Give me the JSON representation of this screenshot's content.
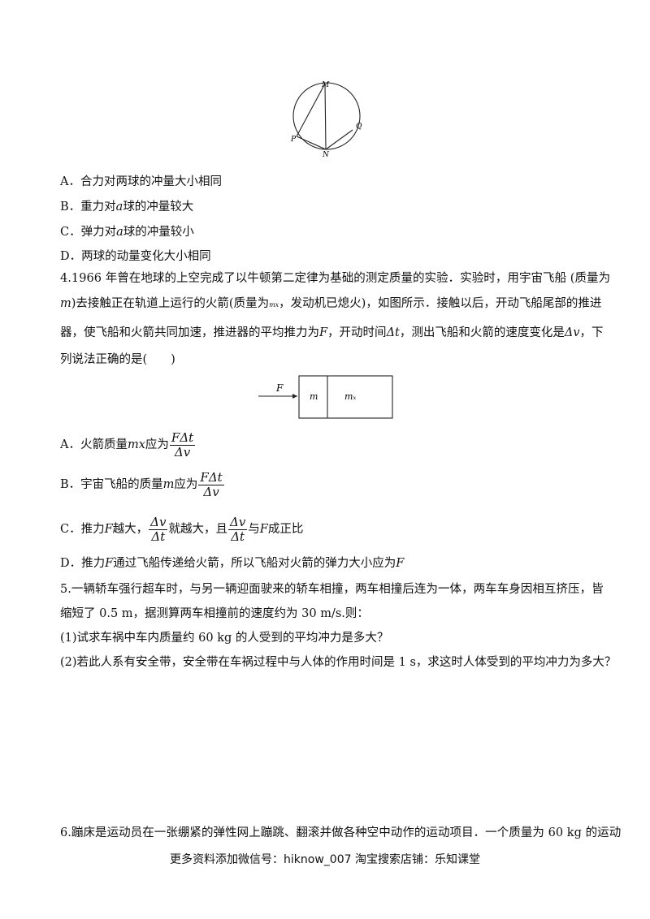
{
  "circle_figure": {
    "label_m": "M",
    "label_p": "P",
    "label_n": "N",
    "label_q": "Q"
  },
  "q3_options": {
    "a": "A．合力对两球的冲量大小相同",
    "b_prefix": "B．重力对",
    "b_var": "a",
    "b_suffix": "球的冲量较大",
    "c_prefix": "C．弹力对",
    "c_var": "a",
    "c_suffix": "球的冲量较小",
    "d": "D．两球的动量变化大小相同"
  },
  "q4": {
    "line1": "4.1966 年曾在地球的上空完成了以牛顿第二定律为基础的测定质量的实验．实验时，用宇宙飞船 (质量为",
    "line2_var_m": "m",
    "line2_text1": ")去接触正在轨道上运行的火箭(质量为",
    "line2_small": "mx",
    "line2_text2": "，发动机已熄火)，如图所示．接触以后，开动飞船尾部的推进",
    "line3_text1": "器，使飞船和火箭共同加速，推进器的平均推力为",
    "line3_var_f": "F",
    "line3_text2": "，开动时间",
    "line3_var_dt": "Δt",
    "line3_text3": "，测出飞船和火箭的速度变化是",
    "line3_var_dv": "Δv",
    "line3_text4": "，下",
    "line4": "列说法正确的是(　　)",
    "diagram": {
      "force_label": "F",
      "ship_label": "m",
      "rocket_label": "mₓ"
    },
    "option_a_prefix": "A．火箭质量",
    "option_a_var": "mx",
    "option_a_suffix": "应为",
    "option_b_prefix": "B．宇宙飞船的质量",
    "option_b_var": "m",
    "option_b_suffix": "应为",
    "frac_num": "FΔt",
    "frac_den": "Δv",
    "option_c_prefix": "C．推力",
    "option_c_var": "F",
    "option_c_mid1": "越大，",
    "option_c_mid2": "就越大，且",
    "option_c_mid3": "与",
    "option_c_var2": "F",
    "option_c_suffix": "成正比",
    "frac2_num": "Δv",
    "frac2_den": "Δt",
    "option_d_prefix": "D．推力",
    "option_d_var": "F",
    "option_d_mid": "通过飞船传递给火箭，所以飞船对火箭的弹力大小应为",
    "option_d_var2": "F"
  },
  "q5": {
    "line1": "5.一辆轿车强行超车时，与另一辆迎面驶来的轿车相撞，两车相撞后连为一体，两车车身因相互挤压，皆",
    "line2": "缩短了 0.5 m，据测算两车相撞前的速度约为 30 m/s.则：",
    "sub1": "(1)试求车祸中车内质量约 60 kg 的人受到的平均冲力是多大？",
    "sub2": "(2)若此人系有安全带，安全带在车祸过程中与人体的作用时间是 1 s，求这时人体受到的平均冲力为多大？"
  },
  "q6": {
    "line1": "6.蹦床是运动员在一张绷紧的弹性网上蹦跳、翻滚并做各种空中动作的运动项目．一个质量为 60 kg 的运动"
  },
  "footer": {
    "text": "更多资料添加微信号：hiknow_007  淘宝搜索店铺：乐知课堂"
  }
}
